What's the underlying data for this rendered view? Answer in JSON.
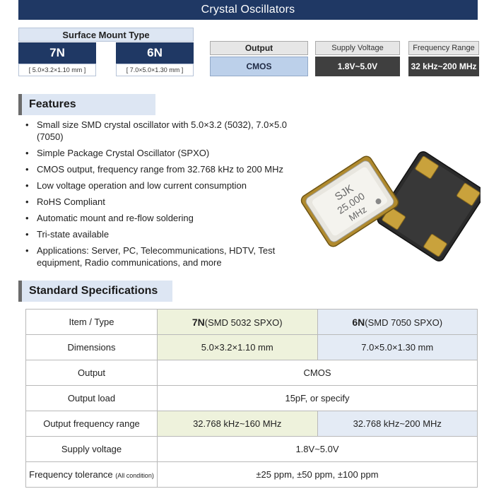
{
  "title": "Crystal Oscillators",
  "surface_mount": {
    "header": "Surface Mount Type",
    "types": [
      {
        "name": "7N",
        "dims": "[ 5.0×3.2×1.10 mm ]"
      },
      {
        "name": "6N",
        "dims": "[ 7.0×5.0×1.30 mm ]"
      }
    ]
  },
  "output_box": {
    "label": "Output",
    "value": "CMOS"
  },
  "supply_box": {
    "label": "Supply Voltage",
    "value": "1.8V~5.0V"
  },
  "freq_box": {
    "label": "Frequency Range",
    "value": "32 kHz~200 MHz"
  },
  "features": {
    "heading": "Features",
    "items": [
      "Small size SMD crystal oscillator with 5.0×3.2 (5032), 7.0×5.0 (7050)",
      "Simple Package Crystal Oscillator (SPXO)",
      "CMOS output, frequency range from 32.768 kHz to 200 MHz",
      "Low voltage operation and low current consumption",
      "RoHS Compliant",
      "Automatic mount and re-flow soldering",
      "Tri-state available",
      "Applications: Server, PC, Telecommunications, HDTV, Test equipment, Radio communications, and more"
    ]
  },
  "chip_marking": {
    "line1": "SJK",
    "line2": "25.000",
    "line3": "MHz"
  },
  "specs": {
    "heading": "Standard Specifications",
    "header": {
      "item": "Item / Type",
      "col1_bold": "7N",
      "col1_rest": "(SMD 5032 SPXO)",
      "col2_bold": "6N",
      "col2_rest": "(SMD 7050 SPXO)"
    },
    "rows": [
      {
        "label": "Dimensions",
        "v1": "5.0×3.2×1.10 mm",
        "v2": "7.0×5.0×1.30 mm"
      },
      {
        "label": "Output",
        "v": "CMOS"
      },
      {
        "label": "Output load",
        "v": "15pF, or specify"
      },
      {
        "label": "Output frequency range",
        "v1": "32.768 kHz~160 MHz",
        "v2": "32.768 kHz~200 MHz"
      },
      {
        "label": "Supply voltage",
        "v": "1.8V~5.0V"
      },
      {
        "label": "Frequency tolerance",
        "label_note": "(All condition)",
        "v": "±25 ppm, ±50 ppm, ±100 ppm"
      }
    ]
  },
  "colors": {
    "navy": "#1f3864",
    "light_blue": "#dde6f3",
    "dark_gray": "#3f3f3f",
    "green_cell": "#eef2dc",
    "blue_cell": "#e4ebf5"
  }
}
